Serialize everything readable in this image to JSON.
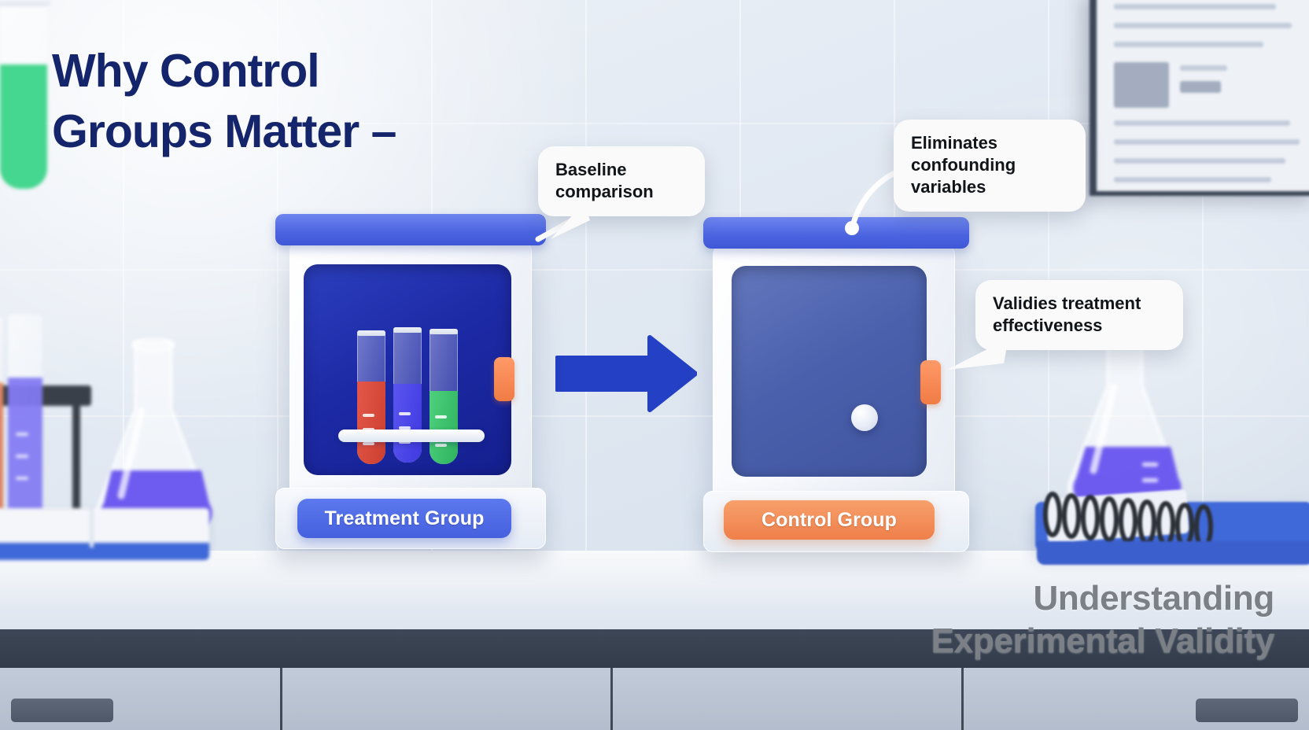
{
  "title": {
    "line1": "Why Control",
    "line2": "Groups Matter –"
  },
  "footer": {
    "line1": "Understanding",
    "line2": "Experimental Validity"
  },
  "machines": [
    {
      "id": "treatment",
      "label": "Treatment Group",
      "label_color": "#4c65e0",
      "chamber": "dark-blue",
      "contents": "three-test-tubes"
    },
    {
      "id": "control",
      "label": "Control Group",
      "label_color": "#ef7f4a",
      "chamber": "muted-blue",
      "contents": "single-sphere"
    }
  ],
  "callouts": [
    {
      "id": "baseline",
      "line1": "Baseline",
      "line2": "comparison",
      "line3": ""
    },
    {
      "id": "confounding",
      "line1": "Eliminates",
      "line2": "confounding",
      "line3": "variables"
    },
    {
      "id": "validity",
      "line1": "Validies treatment",
      "line2": "effectiveness",
      "line3": ""
    }
  ],
  "arrow": {
    "name": "flow-arrow-right",
    "color": "#2440c4",
    "direction": "right"
  },
  "tubes": [
    {
      "name": "tube-red",
      "color": "#d94b3c",
      "fill_pct": 62
    },
    {
      "name": "tube-blue",
      "color": "#4b45e8",
      "fill_pct": 58
    },
    {
      "name": "tube-green",
      "color": "#37c06b",
      "fill_pct": 52
    }
  ],
  "glassware": {
    "left_flask_color": "#5b46ee",
    "right_flask_color": "#5b46ee",
    "left_rack_tube_1": "#f0855c",
    "left_rack_tube_2": "#7b72f2",
    "right_tube_color": "#45d68f",
    "notebook_color": "#3f68d8"
  },
  "colors": {
    "title_navy": "#15256b",
    "footer_gray": "#7b7f86",
    "cap_blue": "#4a63e0",
    "accent_orange": "#ef7f4a",
    "wall": "#e3eaf3",
    "counter": "#e8edf4",
    "counter_front": "#343d4c"
  }
}
